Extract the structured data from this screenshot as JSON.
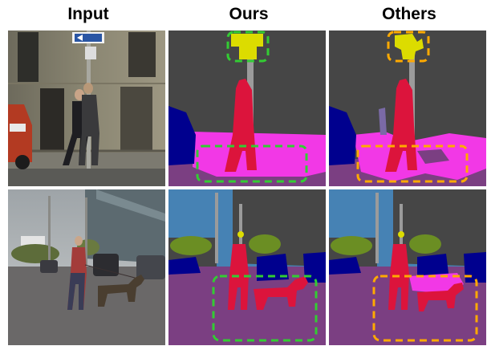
{
  "headers": {
    "input": "Input",
    "ours": "Ours",
    "others": "Others"
  },
  "colors": {
    "road": "#7b3f82",
    "sidewalk": "#f238e6",
    "building": "#464646",
    "pole": "#9b9b9b",
    "traffic_sign": "#dcdc00",
    "person": "#dc143c",
    "car": "#00008e",
    "sky": "#4682b4",
    "vegetation": "#6b8e23",
    "ours_highlight": "#33cc33",
    "others_highlight": "#ffaa00"
  },
  "rows": [
    {
      "scene": "street-pedestrians",
      "highlight_regions": [
        "traffic-sign",
        "sidewalk"
      ]
    },
    {
      "scene": "street-dog-walker",
      "highlight_regions": [
        "person-with-dog"
      ]
    }
  ]
}
